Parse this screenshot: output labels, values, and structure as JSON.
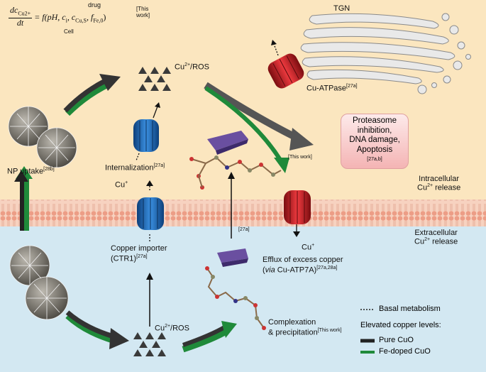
{
  "equation": {
    "lhs_num": "dc",
    "lhs_sub": "Cu2+",
    "lhs_den": "dt",
    "rhs_main": "= f(pH, c",
    "rhs_ci_sub": "i",
    "rhs_mid": ", c",
    "rhs_cu_sub": "Cu,S",
    "rhs_f": ", f",
    "rhs_fe_sub": "Fe,0",
    "rhs_close": ")",
    "brace_cell": "Cell",
    "brace_drug": "drug",
    "ref": "[This work]"
  },
  "labels": {
    "tgn": "TGN",
    "cu_atpase": "Cu-ATPase",
    "cu_atpase_ref": "[27a]",
    "ros_top": "Cu",
    "ros_top_sup": "2+",
    "ros_top_suffix": "/ROS",
    "internalization": "Internalization",
    "internalization_ref": "[27a]",
    "this_work_mid": "[This work]",
    "np_uptake": "NP uptake",
    "np_uptake_ref": "[28b]",
    "cu_plus_left": "Cu",
    "cu_plus_left_sup": "+",
    "cu_plus_right": "Cu",
    "cu_plus_right_sup": "+",
    "ref_27a_arrow": "[27a]",
    "intracellular": "Intracellular",
    "intracellular_release": "Cu",
    "intracellular_release_sup": "2+",
    "intracellular_release_suffix": " release",
    "extracellular": "Extracellular",
    "extracellular_release": "Cu",
    "extracellular_release_sup": "2+",
    "extracellular_release_suffix": " release",
    "copper_importer": "Copper importer",
    "ctr1": "(CTR1)",
    "ctr1_ref": "[27a]",
    "efflux_line1": "Efflux of excess copper",
    "efflux_via": "via",
    "efflux_line2": " Cu-ATP7A)",
    "efflux_open": "(",
    "efflux_ref": "[27a,28a]",
    "ros_bottom": "Cu",
    "ros_bottom_sup": "2+",
    "ros_bottom_suffix": "/ROS",
    "complexation_1": "Complexation",
    "complexation_2": "& precipitation",
    "complexation_ref": "[This work]"
  },
  "proteasome_box": {
    "line1": "Proteasome",
    "line2": "inhibition,",
    "line3": "DNA damage,",
    "line4": "Apoptosis",
    "ref": "[27a,b]"
  },
  "legend": {
    "basal": "Basal metabolism",
    "elevated": "Elevated copper levels:",
    "pure": "Pure CuO",
    "fe": "Fe-doped CuO",
    "pure_color": "#222222",
    "fe_color": "#1f8a3a"
  },
  "colors": {
    "cytoplasm": "#fbe6bf",
    "extracellular": "#d3e8f2",
    "membrane": "#f0b49a",
    "importer": "#1f6fbf",
    "exporter": "#d3232b"
  }
}
